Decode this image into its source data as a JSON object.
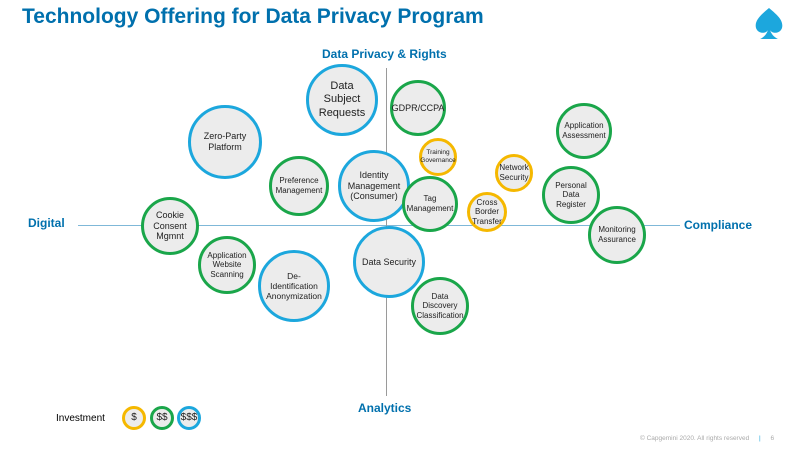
{
  "title": "Technology Offering for Data Privacy Program",
  "axes": {
    "top": "Data Privacy & Rights",
    "bottom": "Analytics",
    "left": "Digital",
    "right": "Compliance"
  },
  "colors": {
    "blue": "#1ca7dd",
    "green": "#1aa64a",
    "yellow": "#f5b800",
    "title": "#0070ad"
  },
  "items": [
    {
      "label": "Data Subject Requests",
      "tier": "$$$"
    },
    {
      "label": "GDPR/CCPA",
      "tier": "$$"
    },
    {
      "label": "Zero-Party Platform",
      "tier": "$$$"
    },
    {
      "label": "Application Assessment",
      "tier": "$$"
    },
    {
      "label": "Training Governance",
      "tier": "$"
    },
    {
      "label": "Network Security",
      "tier": "$"
    },
    {
      "label": "Preference Management",
      "tier": "$$"
    },
    {
      "label": "Identity Management (Consumer)",
      "tier": "$$$"
    },
    {
      "label": "Tag Management",
      "tier": "$$"
    },
    {
      "label": "Personal Data Register",
      "tier": "$$"
    },
    {
      "label": "Cross Border Transfer",
      "tier": "$"
    },
    {
      "label": "Monitoring Assurance",
      "tier": "$$"
    },
    {
      "label": "Cookie Consent Mgmnt",
      "tier": "$$"
    },
    {
      "label": "Application Website Scanning",
      "tier": "$$"
    },
    {
      "label": "De-Identification Anonymization",
      "tier": "$$$"
    },
    {
      "label": "Data Security",
      "tier": "$$$"
    },
    {
      "label": "Data Discovery Classification",
      "tier": "$$"
    }
  ],
  "legend": {
    "label": "Investment",
    "tiers": [
      "$",
      "$$",
      "$$$"
    ]
  },
  "footer": {
    "copyright": "© Capgemini 2020.  All rights reserved",
    "page": "6"
  }
}
